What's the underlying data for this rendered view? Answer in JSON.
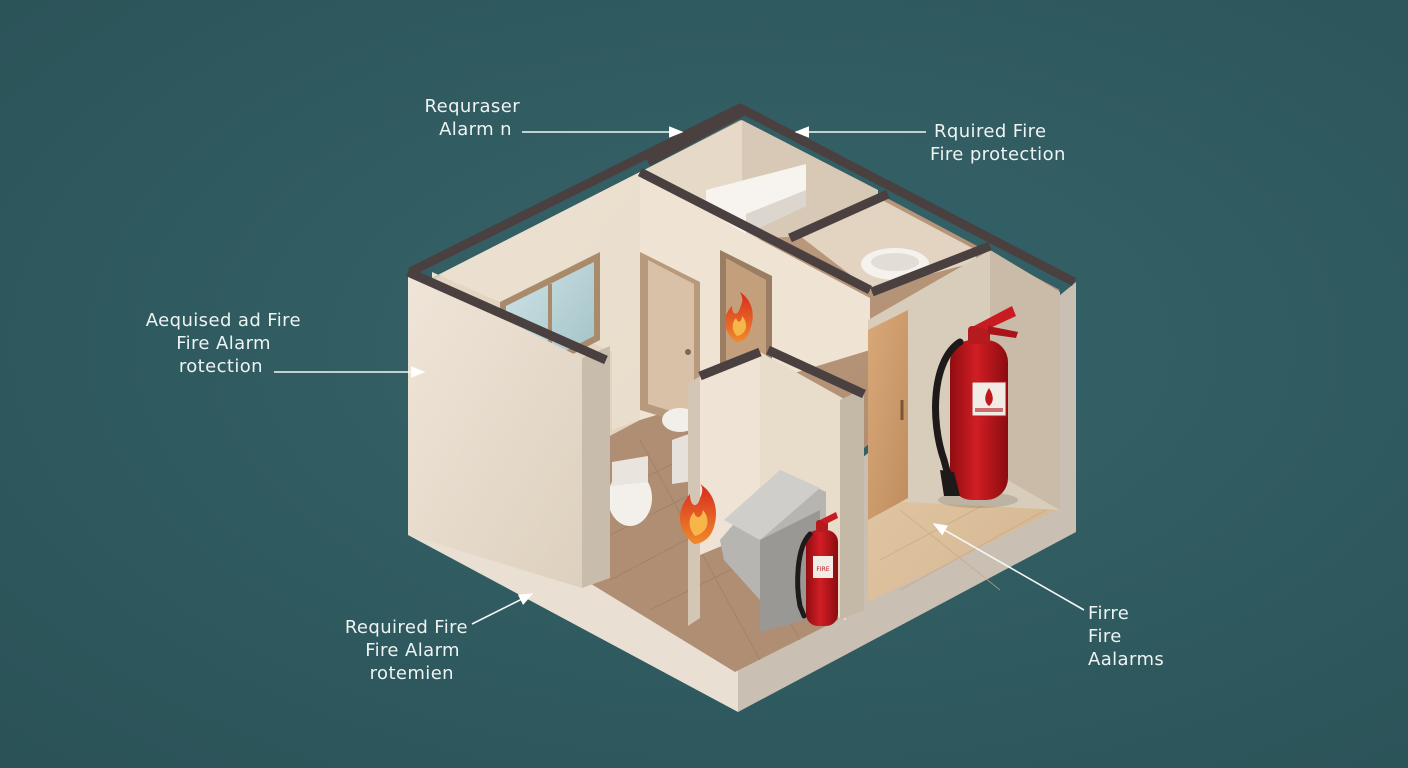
{
  "labels": {
    "top_left": {
      "lines": [
        "Requraser",
        "Alarm  n"
      ]
    },
    "top_right": {
      "lines": [
        "Rquired Fire",
        "Fire protection"
      ]
    },
    "left": {
      "lines": [
        "Aequised ad Fire",
        "Fire Alarm",
        "rotection"
      ]
    },
    "bottom_left": {
      "lines": [
        "Required Fire",
        "Fire Alarm",
        "rotemien"
      ]
    },
    "bottom_right": {
      "lines": [
        "Firre",
        "Fire",
        "Aalarms"
      ]
    }
  },
  "extinguisher_label": {
    "text": "FIRE"
  },
  "colors": {
    "background": "#2f5a60",
    "wall": "#ece1d3",
    "wall_shadow": "#d9cbb8",
    "wall_cap": "#4a4040",
    "floor": "#b89579",
    "extinguisher": "#c0171c",
    "flame": "#e8522a",
    "label_text": "#eef3f3"
  }
}
